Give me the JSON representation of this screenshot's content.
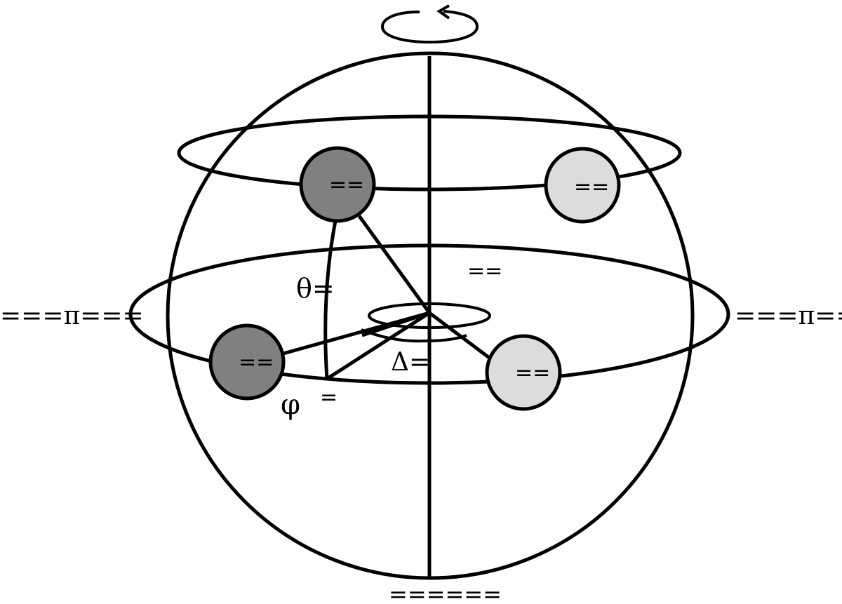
{
  "colors": {
    "dark_sphere": "#808080",
    "light_sphere": "#dcdcdc",
    "stroke": "#000000",
    "background": "#ffffff"
  },
  "labels": {
    "theta": "θ=",
    "phi": "φ",
    "phi_eq": "=",
    "delta": "Δ=",
    "mid_right": "==",
    "left_equator": "===π===",
    "right_equator": "===π==",
    "bottom": "======"
  },
  "spheres": {
    "upper_left": "==",
    "upper_right": "==",
    "lower_left": "==",
    "lower_right": "=="
  },
  "icons": {
    "rotation": "rotation-arrow-icon"
  }
}
